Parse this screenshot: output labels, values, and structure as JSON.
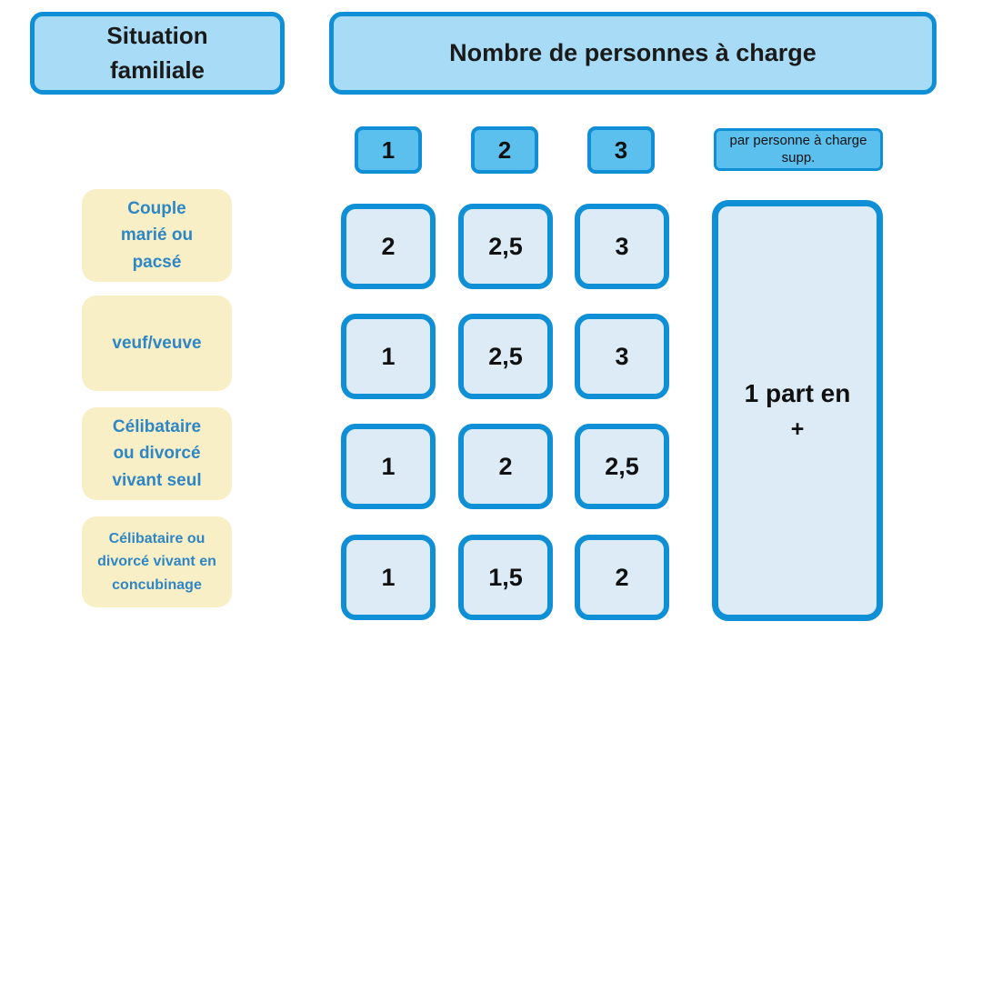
{
  "colors": {
    "border_blue": "#0f90d6",
    "header_fill": "#a8dcf6",
    "column_header_fill": "#5bc0ee",
    "cell_fill": "#dcebf6",
    "label_fill": "#f9efc7",
    "label_text_blue": "#2e86c4",
    "text_black": "#111111",
    "background": "#ffffff"
  },
  "ui": {
    "situation_header": "Situation familiale",
    "nombre_header": "Nombre de personnes à charge",
    "col_headers": [
      "1",
      "2",
      "3"
    ],
    "extra_col_header": "par personne à charge supp.",
    "row_labels": [
      "Couple marié ou pacsé",
      "veuf/veuve",
      "Célibataire ou divorcé vivant seul",
      "Célibataire ou divorcé vivant en concubinage"
    ],
    "cells": [
      [
        "2",
        "2,5",
        "3"
      ],
      [
        "1",
        "2,5",
        "3"
      ],
      [
        "1",
        "2",
        "2,5"
      ],
      [
        "1",
        "1,5",
        "2"
      ]
    ],
    "extra_box": {
      "line1": "1 part en",
      "line2": "+"
    }
  },
  "chart_data": {
    "type": "table",
    "row_header_title": "Situation familiale",
    "column_group_title": "Nombre de personnes à charge",
    "columns": [
      "1",
      "2",
      "3",
      "par personne à charge supp."
    ],
    "rows": [
      {
        "label": "Couple marié ou pacsé",
        "values": [
          "2",
          "2,5",
          "3"
        ]
      },
      {
        "label": "veuf/veuve",
        "values": [
          "1",
          "2,5",
          "3"
        ]
      },
      {
        "label": "Célibataire ou divorcé vivant seul",
        "values": [
          "1",
          "2",
          "2,5"
        ]
      },
      {
        "label": "Célibataire ou divorcé vivant en concubinage",
        "values": [
          "1",
          "1,5",
          "2"
        ]
      }
    ],
    "merged_last_column_value": "1 part en +",
    "layout": "Last column is a single merged cell spanning all four rows; grid off; values use French decimal commas"
  }
}
